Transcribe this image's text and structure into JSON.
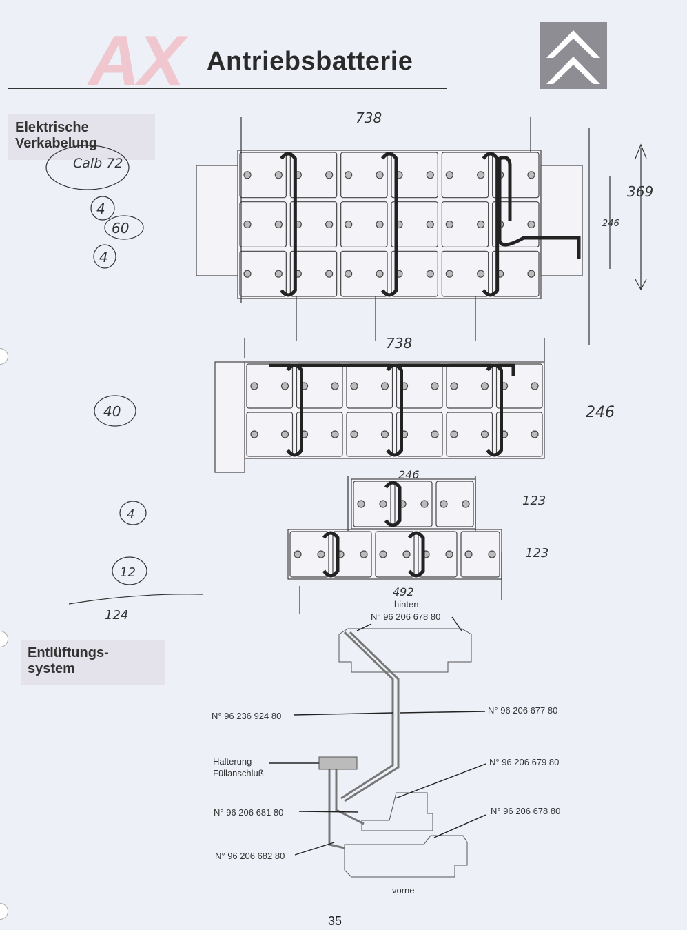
{
  "header": {
    "title": "Antriebsbatterie",
    "watermark": "AX",
    "logo": "citroen-double-chevron-logo"
  },
  "sections": {
    "electrical": {
      "line1": "Elektrische",
      "line2": "Verkabelung"
    },
    "venting": {
      "line1": "Entlüftungs-",
      "line2": "system"
    }
  },
  "handwritten": {
    "calb": "Calb 72",
    "n1": "4",
    "n2": "60",
    "n3": "4",
    "n4": "40",
    "n5": "4",
    "n6": "12",
    "n7": "124",
    "d1_top": "738",
    "d1_height": "369",
    "d1_inner": "246",
    "d2_top": "738",
    "d2_right": "246",
    "d3_top": "246",
    "d3_r1": "123",
    "d3_r2": "123",
    "d3_bottom": "492"
  },
  "vent_diagram": {
    "rear": "hinten",
    "front": "vorne",
    "labels": {
      "top": "N°  96 206 678 80",
      "left_mid": "N°  96 236 924 80",
      "right_mid": "N°  96 206 677 80",
      "holder1": "Halterung",
      "holder2": "Füllanschluß",
      "right_low": "N°  96 206 679 80",
      "left_low": "N°  96 206 681 80",
      "right_bottom": "N°  96 206 678 80",
      "left_bottom": "N°  96 206 682 80"
    }
  },
  "footer": {
    "page_number": "35"
  }
}
